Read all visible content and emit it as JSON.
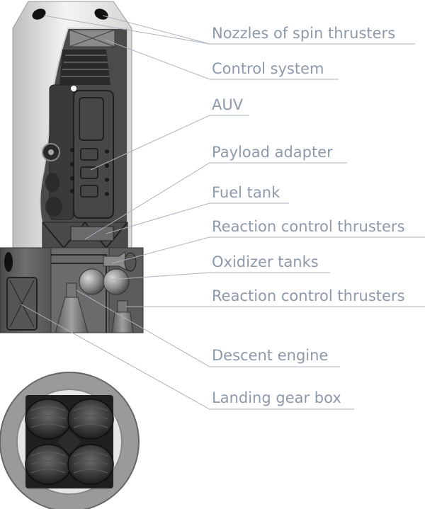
{
  "labels": [
    {
      "id": "nozzles",
      "text": "Nozzles of spin thrusters"
    },
    {
      "id": "control",
      "text": "Control system"
    },
    {
      "id": "auv",
      "text": "AUV"
    },
    {
      "id": "payload",
      "text": "Payload adapter"
    },
    {
      "id": "fuel",
      "text": "Fuel tank"
    },
    {
      "id": "rcs1",
      "text": "Reaction control thrusters"
    },
    {
      "id": "oxidizer",
      "text": "Oxidizer tanks"
    },
    {
      "id": "rcs2",
      "text": "Reaction control thrusters"
    },
    {
      "id": "descent",
      "text": "Descent engine"
    },
    {
      "id": "gear",
      "text": "Landing gear box"
    }
  ],
  "colors": {
    "label": "#8e9aaa",
    "leader": "#a9b3bf",
    "hull_light": "#e8e8e8",
    "hull_dark": "#5a5a5a",
    "machinery": "#3a3a3a",
    "balloon": "#2b2b2b"
  }
}
